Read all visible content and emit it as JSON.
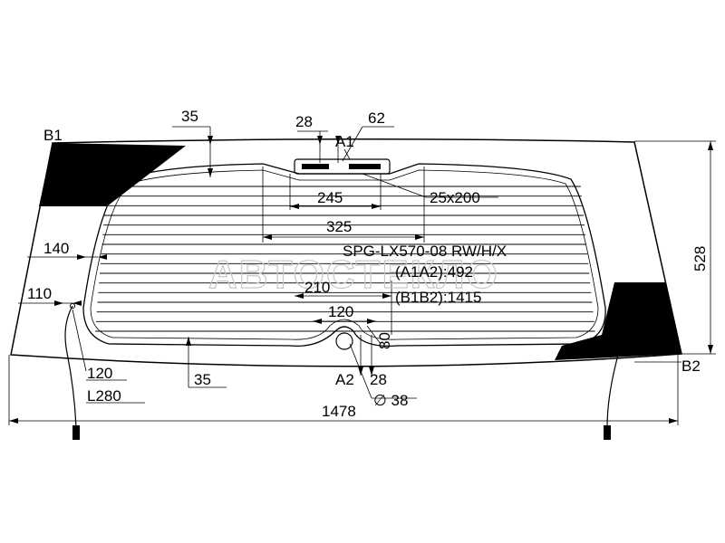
{
  "drawing": {
    "part_code": "SPG-LX570-08 RW/H/X",
    "a1a2": "(A1A2):492",
    "b1b2": "(B1B2):1415",
    "watermark": "АВТОСТЕКЛО",
    "points": {
      "b1": "B1",
      "b2": "B2",
      "a1": "A1",
      "a2": "A2"
    },
    "dimensions": {
      "top_35": "35",
      "d28_top": "28",
      "d62": "62",
      "d245": "245",
      "d25x200": "25x200",
      "d325": "325",
      "d140": "140",
      "d110": "110",
      "d210": "210",
      "d120_mid": "120",
      "d80": "80",
      "d120_left": "120",
      "l280": "L280",
      "bottom_35": "35",
      "d28_bottom": "28",
      "diameter_38": "∅ 38",
      "width_1478": "1478",
      "height_528": "528"
    }
  }
}
